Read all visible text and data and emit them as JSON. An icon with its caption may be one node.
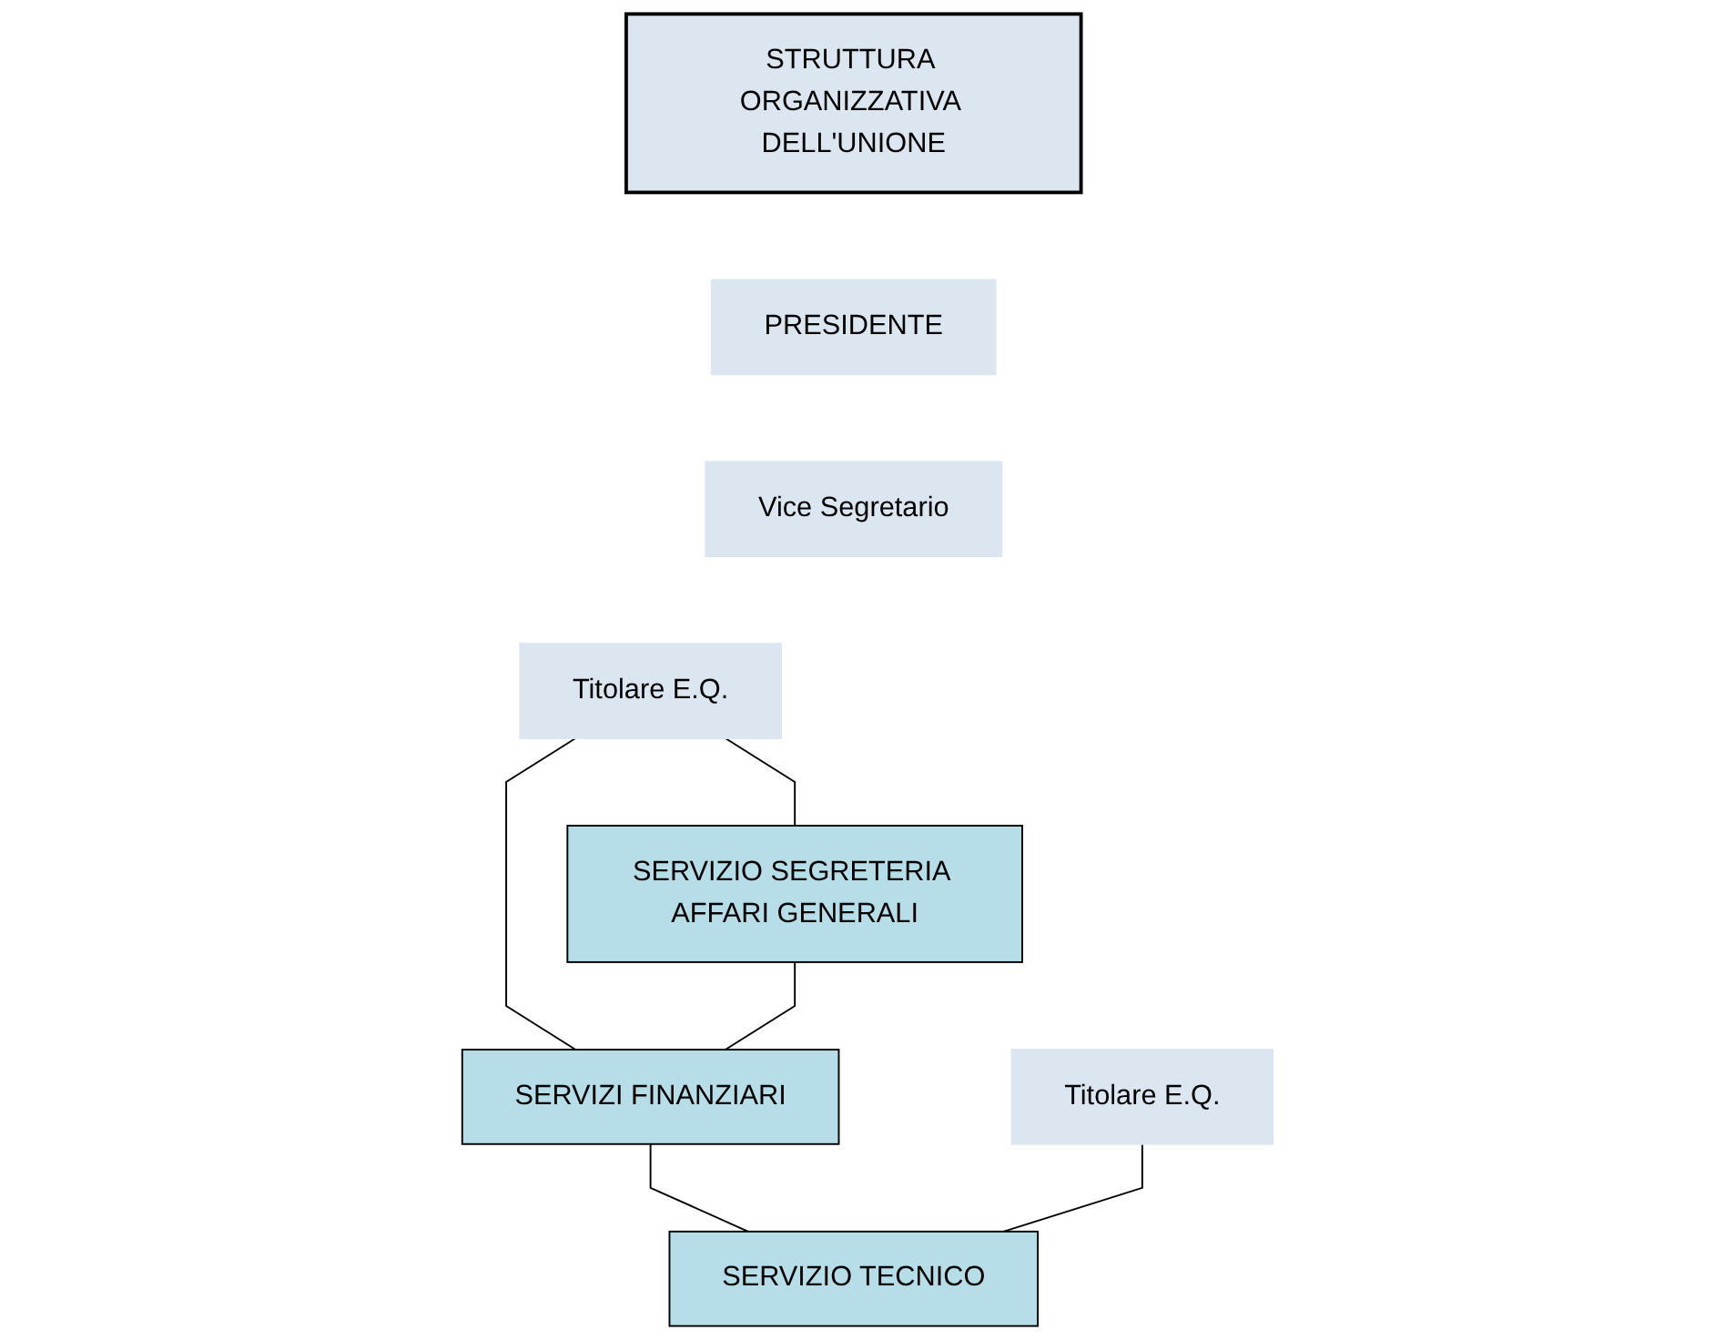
{
  "diagram": {
    "nodes": [
      {
        "text": [
          "STRUTTURA ORGANIZZATIVA DELL'UNIONE"
        ]
      },
      {
        "text": [
          "PRESIDENTE"
        ]
      },
      {
        "text": [
          "Vice Segretario"
        ]
      },
      {
        "text": [
          "Titolare E.Q."
        ]
      },
      {
        "text": [
          "Titolare E.Q."
        ]
      },
      {
        "text": [
          "SERVIZIO SEGRETERIA AFFARI GENERALI"
        ]
      },
      {
        "text": [
          "SERVIZI FINANZIARI"
        ]
      },
      {
        "text": [
          "SERVIZIO TECNICO"
        ]
      }
    ],
    "edges": [
      {
        "from": 3,
        "to": 5,
        "arrow": "none"
      },
      {
        "from": 3,
        "to": 6,
        "arrow": "none"
      },
      {
        "from": 5,
        "to": 6,
        "arrow": "none"
      },
      {
        "from": 6,
        "to": 7,
        "arrow": "none"
      },
      {
        "from": 4,
        "to": 7,
        "arrow": "none"
      }
    ]
  }
}
